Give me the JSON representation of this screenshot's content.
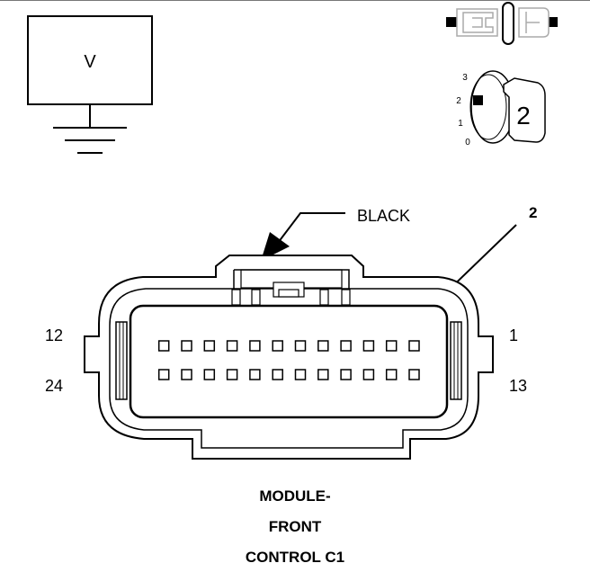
{
  "voltmeter": {
    "symbol": "V"
  },
  "ignition_switch": {
    "positions": [
      "3",
      "2",
      "1",
      "0"
    ],
    "selected_position": "2"
  },
  "connector": {
    "color_label": "BLACK",
    "pin_callout": "2",
    "pin_labels": {
      "top_left": "12",
      "top_right": "1",
      "bottom_left": "24",
      "bottom_right": "13"
    },
    "pin_count": 24,
    "highlighted_pin": 2
  },
  "caption": {
    "line1": "MODULE-",
    "line2": "FRONT",
    "line3": "CONTROL C1"
  }
}
